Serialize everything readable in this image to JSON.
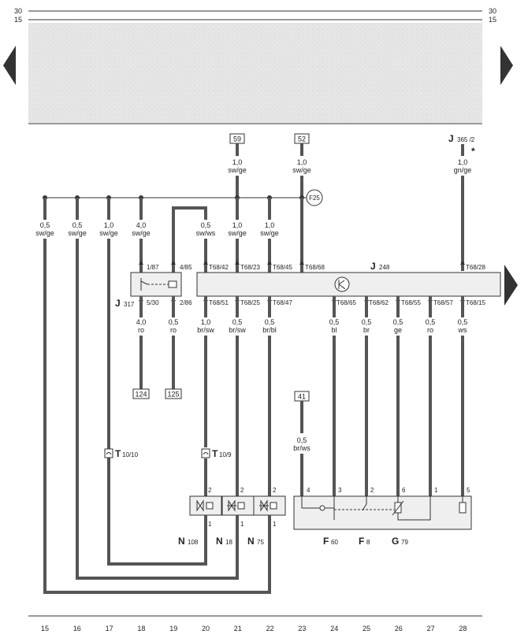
{
  "rails": {
    "top": "30",
    "second": "15"
  },
  "top_terminals": [
    {
      "id": "t59",
      "label": "59"
    },
    {
      "id": "t52",
      "label": "52"
    }
  ],
  "j365": {
    "letter": "J",
    "sub": "365 /2",
    "mark": "*"
  },
  "fuse_label": "F25",
  "wires": [
    {
      "id": "w59",
      "gauge": "1,0",
      "color": "sw/ge"
    },
    {
      "id": "w52",
      "gauge": "1,0",
      "color": "sw/ge"
    },
    {
      "id": "w365",
      "gauge": "1,0",
      "color": "gn/ge"
    }
  ],
  "bus_wires": [
    {
      "id": "b15",
      "gauge": "0,5",
      "color": "sw/ge"
    },
    {
      "id": "b16",
      "gauge": "0,5",
      "color": "sw/ge"
    },
    {
      "id": "b17",
      "gauge": "1,0",
      "color": "sw/ge"
    },
    {
      "id": "b18",
      "gauge": "4,0",
      "color": "sw/ge"
    },
    {
      "id": "b20",
      "gauge": "0,5",
      "color": "sw/ws"
    },
    {
      "id": "b21",
      "gauge": "1,0",
      "color": "sw/ge"
    },
    {
      "id": "b22",
      "gauge": "1,0",
      "color": "sw/ge"
    }
  ],
  "relay": {
    "letter": "J",
    "sub": "317",
    "pins_top": [
      "1/87",
      "4/85"
    ],
    "pins_bottom": [
      "5/30",
      "2/86"
    ]
  },
  "ecu": {
    "letter": "J",
    "sub": "248",
    "pins_top": [
      "T68/42",
      "T68/23",
      "T68/45",
      "T68/68",
      "T68/28"
    ],
    "pins_bottom": [
      "T68/51",
      "T68/25",
      "T68/47",
      "T68/65",
      "T68/62",
      "T68/55",
      "T68/57",
      "T68/15"
    ]
  },
  "lower_wires": [
    {
      "id": "l18",
      "gauge": "4,0",
      "color": "ro"
    },
    {
      "id": "l19",
      "gauge": "0,5",
      "color": "ro"
    },
    {
      "id": "l20",
      "gauge": "1,0",
      "color": "br/sw"
    },
    {
      "id": "l21",
      "gauge": "0,5",
      "color": "br/sw"
    },
    {
      "id": "l22",
      "gauge": "0,5",
      "color": "br/bl"
    },
    {
      "id": "l24",
      "gauge": "0,5",
      "color": "bl"
    },
    {
      "id": "l25",
      "gauge": "0,5",
      "color": "br"
    },
    {
      "id": "l26",
      "gauge": "0,5",
      "color": "ge"
    },
    {
      "id": "l27",
      "gauge": "0,5",
      "color": "ro"
    },
    {
      "id": "l28",
      "gauge": "0,5",
      "color": "ws"
    },
    {
      "id": "l23",
      "gauge": "0,5",
      "color": "br/ws"
    }
  ],
  "bottom_terminals": [
    {
      "id": "t124",
      "label": "124"
    },
    {
      "id": "t125",
      "label": "125"
    },
    {
      "id": "t41",
      "label": "41"
    }
  ],
  "connectors": [
    {
      "id": "c1010",
      "letter": "T",
      "sub": "10/10"
    },
    {
      "id": "c109",
      "letter": "T",
      "sub": "10/9"
    }
  ],
  "valves": [
    {
      "id": "n108",
      "letter": "N",
      "sub": "108"
    },
    {
      "id": "n18",
      "letter": "N",
      "sub": "18"
    },
    {
      "id": "n75",
      "letter": "N",
      "sub": "75"
    }
  ],
  "sensors": [
    {
      "id": "f60",
      "letter": "F",
      "sub": "60"
    },
    {
      "id": "f8",
      "letter": "F",
      "sub": "8"
    },
    {
      "id": "g79",
      "letter": "G",
      "sub": "79"
    }
  ],
  "pin_numbers": {
    "valves_top": [
      "2",
      "2",
      "2"
    ],
    "valves_bottom": [
      "1",
      "1",
      "1"
    ],
    "sensor_pins": [
      "4",
      "3",
      "2",
      "6",
      "1",
      "5"
    ]
  },
  "columns": [
    "15",
    "16",
    "17",
    "18",
    "19",
    "20",
    "21",
    "22",
    "23",
    "24",
    "25",
    "26",
    "27",
    "28"
  ],
  "colors": {
    "wire": "#555555",
    "box": "#efefef",
    "band": "#e4e4e4",
    "arrow": "#333333"
  }
}
